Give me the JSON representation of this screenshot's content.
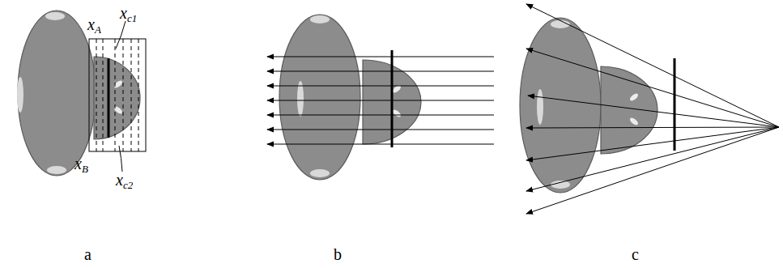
{
  "diagram": {
    "labels": [
      "xA",
      "xc1",
      "xB",
      "xc2",
      "a",
      "b",
      "c"
    ]
  }
}
